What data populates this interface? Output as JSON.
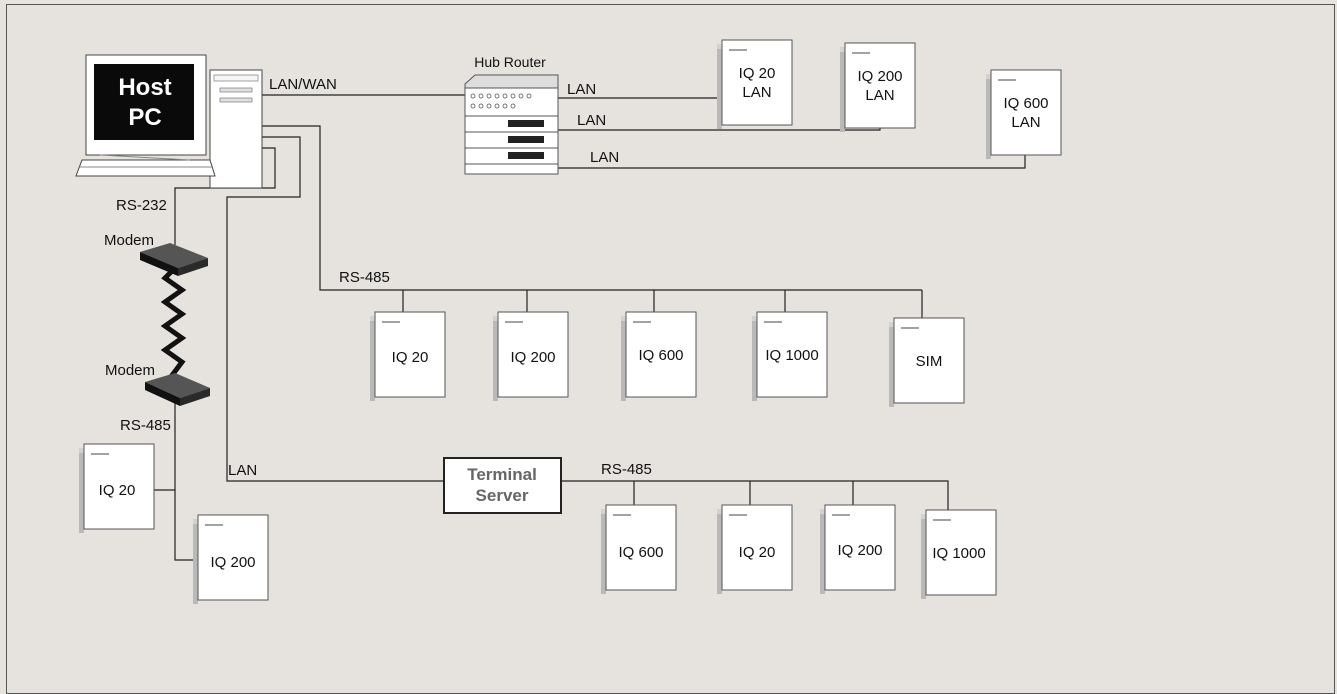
{
  "host": {
    "line1": "Host",
    "line2": "PC"
  },
  "hub": {
    "label": "Hub Router"
  },
  "terminal_server": {
    "line1": "Terminal",
    "line2": "Server"
  },
  "links": {
    "lan_wan": "LAN/WAN",
    "lan_1": "LAN",
    "lan_2": "LAN",
    "lan_3": "LAN",
    "rs232": "RS-232",
    "modem_top": "Modem",
    "modem_bottom": "Modem",
    "rs485_left": "RS-485",
    "rs485_mid": "RS-485",
    "rs485_ts": "RS-485",
    "lan_ts": "LAN"
  },
  "lan_devices": [
    {
      "line1": "IQ 20",
      "line2": "LAN"
    },
    {
      "line1": "IQ 200",
      "line2": "LAN"
    },
    {
      "line1": "IQ 600",
      "line2": "LAN"
    }
  ],
  "rs485_devices": [
    "IQ 20",
    "IQ 200",
    "IQ 600",
    "IQ 1000",
    "SIM"
  ],
  "modem_devices": [
    "IQ 20",
    "IQ 200"
  ],
  "ts_devices": [
    "IQ 600",
    "IQ 20",
    "IQ 200",
    "IQ 1000"
  ]
}
